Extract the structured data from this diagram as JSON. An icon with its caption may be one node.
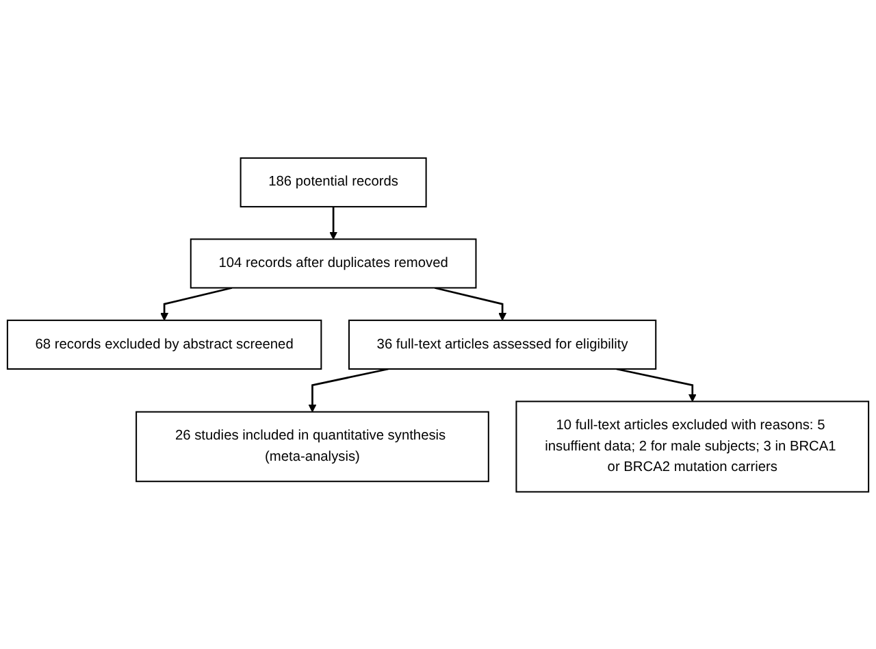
{
  "diagram": {
    "nodes": [
      {
        "text": [
          "186 potential records"
        ]
      },
      {
        "text": [
          "104 records after duplicates removed"
        ]
      },
      {
        "text": [
          "68 records excluded by abstract screened"
        ]
      },
      {
        "text": [
          "36 full-text articles assessed for eligibility"
        ]
      },
      {
        "text": [
          "10 full-text articles excluded with reasons: 5 insuffient data; 2 for male subjects; 3 in BRCA1 or BRCA2 mutation carriers"
        ]
      },
      {
        "text": [
          "26 studies included in quantitative synthesis (meta-analysis)"
        ]
      }
    ],
    "edges": [
      {
        "from": 0,
        "to": 1,
        "arrow": "to"
      },
      {
        "from": 1,
        "to": 3,
        "arrow": "to"
      },
      {
        "from": 1,
        "to": 2,
        "arrow": "to"
      },
      {
        "from": 3,
        "to": 5,
        "arrow": "to"
      },
      {
        "from": 3,
        "to": 4,
        "arrow": "to"
      }
    ]
  }
}
